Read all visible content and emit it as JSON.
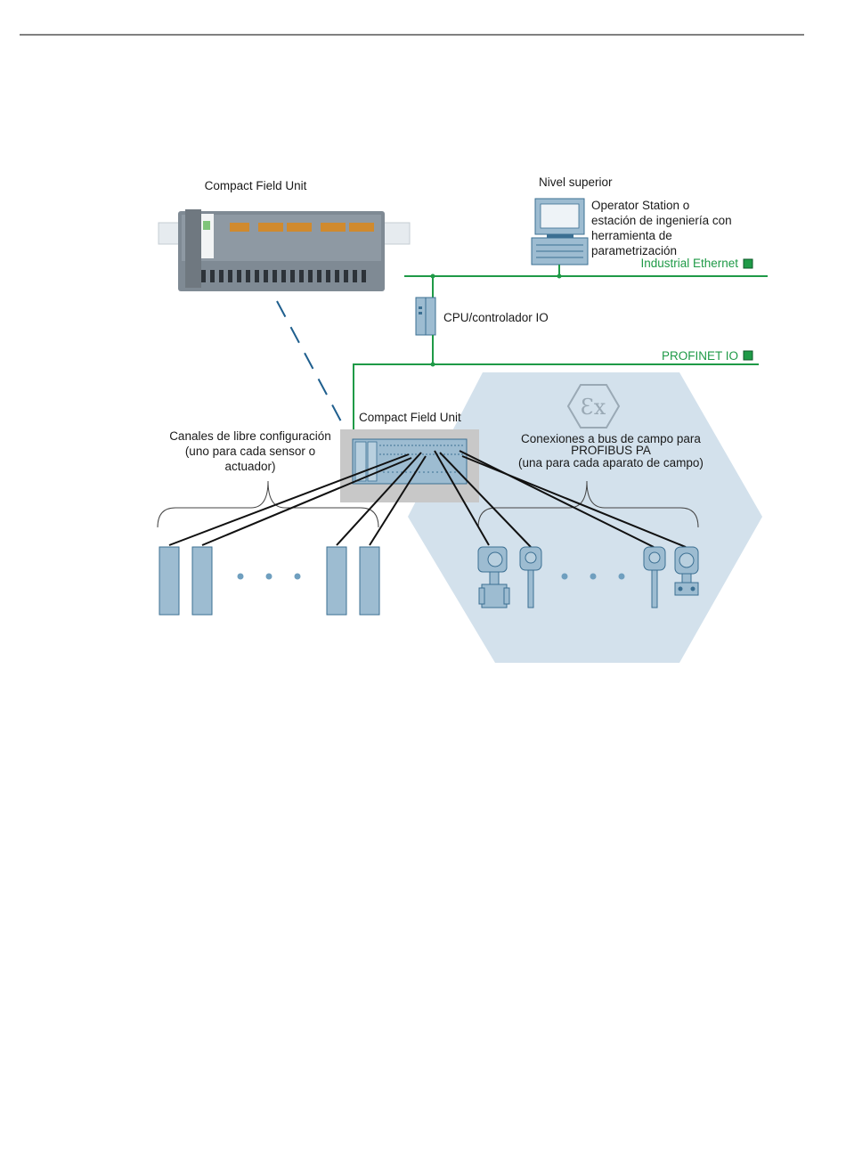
{
  "diagram": {
    "top_cfu_label": "Compact Field Unit",
    "upper_level_label": "Nivel superior",
    "operator_station_lines": [
      "Operator Station o",
      "estación de ingeniería con",
      "herramienta de",
      "parametrización"
    ],
    "industrial_ethernet_label": "Industrial Ethernet",
    "cpu_label": "CPU/controlador IO",
    "profinet_label": "PROFINET IO",
    "center_cfu_label": "Compact Field Unit",
    "free_channels_lines": [
      "Canales de libre configuración",
      "(uno para cada sensor o",
      "actuador)"
    ],
    "fieldbus_lines": [
      "Conexiones a bus de campo para",
      "PROFIBUS PA",
      "(una para cada aparato de campo)"
    ],
    "ex_symbol": "Ɛx",
    "colors": {
      "network_green": "#1f9a47",
      "hazard_zone": "#d3e1ec",
      "device_blue": "#9dbcd1",
      "device_edge": "#3b6f92",
      "dashed_arrow": "#1f5f8e"
    },
    "icons": [
      "compact-field-unit-device",
      "operator-station-pc",
      "cpu-controller",
      "sensor-actuator-bar",
      "flowmeter",
      "temperature-transmitter",
      "pressure-transmitter",
      "ex-hazard-symbol"
    ]
  }
}
